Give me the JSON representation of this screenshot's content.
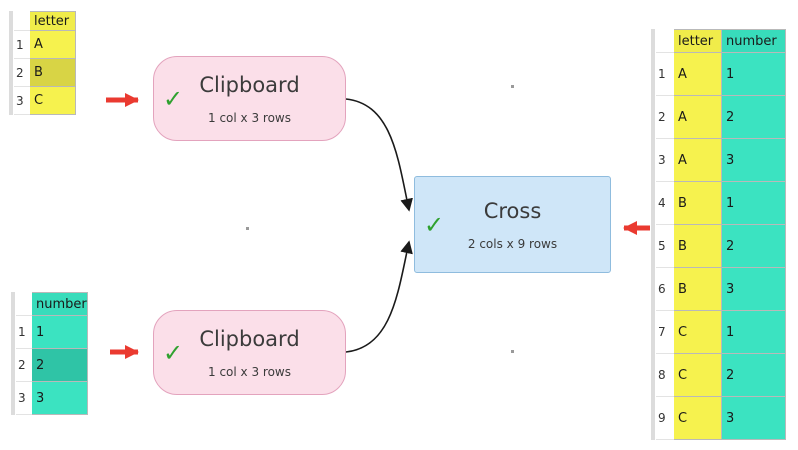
{
  "icons": {
    "checkmark": "✓"
  },
  "diagram": {
    "nodes": {
      "clipboard_top": {
        "title": "Clipboard",
        "subtitle": "1 col x 3 rows",
        "status": "ok"
      },
      "clipboard_bottom": {
        "title": "Clipboard",
        "subtitle": "1 col x 3 rows",
        "status": "ok"
      },
      "cross": {
        "title": "Cross",
        "subtitle": "2 cols x 9 rows",
        "status": "ok"
      }
    }
  },
  "tables": {
    "letters": {
      "columns": [
        {
          "label": "letter",
          "type": "yellow"
        }
      ],
      "rows": [
        {
          "num": "1",
          "cells": [
            "A"
          ],
          "selected": false
        },
        {
          "num": "2",
          "cells": [
            "B"
          ],
          "selected": true
        },
        {
          "num": "3",
          "cells": [
            "C"
          ],
          "selected": false
        }
      ]
    },
    "numbers": {
      "columns": [
        {
          "label": "number",
          "type": "teal"
        }
      ],
      "rows": [
        {
          "num": "1",
          "cells": [
            "1"
          ],
          "selected": false
        },
        {
          "num": "2",
          "cells": [
            "2"
          ],
          "selected": true
        },
        {
          "num": "3",
          "cells": [
            "3"
          ],
          "selected": false
        }
      ]
    },
    "result": {
      "columns": [
        {
          "label": "letter",
          "type": "yellow"
        },
        {
          "label": "number",
          "type": "teal"
        }
      ],
      "rows": [
        {
          "num": "1",
          "cells": [
            "A",
            "1"
          ],
          "selected": false
        },
        {
          "num": "2",
          "cells": [
            "A",
            "2"
          ],
          "selected": false
        },
        {
          "num": "3",
          "cells": [
            "A",
            "3"
          ],
          "selected": false
        },
        {
          "num": "4",
          "cells": [
            "B",
            "1"
          ],
          "selected": false
        },
        {
          "num": "5",
          "cells": [
            "B",
            "2"
          ],
          "selected": false
        },
        {
          "num": "6",
          "cells": [
            "B",
            "3"
          ],
          "selected": false
        },
        {
          "num": "7",
          "cells": [
            "C",
            "1"
          ],
          "selected": false
        },
        {
          "num": "8",
          "cells": [
            "C",
            "2"
          ],
          "selected": false
        },
        {
          "num": "9",
          "cells": [
            "C",
            "3"
          ],
          "selected": false
        }
      ]
    }
  },
  "colors": {
    "col_yellow": "#f6f24e",
    "col_yellow_header": "#f0ec4a",
    "col_yellow_selected": "#d8d445",
    "col_teal": "#3be3c1",
    "col_teal_header": "#38dcbb",
    "col_teal_selected": "#2fc4a6",
    "node_pink_bg": "#fbdfe9",
    "node_pink_border": "#e3a3bd",
    "node_blue_bg": "#cfe6f8",
    "node_blue_border": "#8fbcde",
    "check_green": "#2fa12f",
    "arrow_red": "#ea3a30",
    "connector_black": "#1a1a1a",
    "grid_dot": "#9a9a9a",
    "table_border": "#b9b9b9",
    "pane_strip": "#dcdcdc"
  }
}
